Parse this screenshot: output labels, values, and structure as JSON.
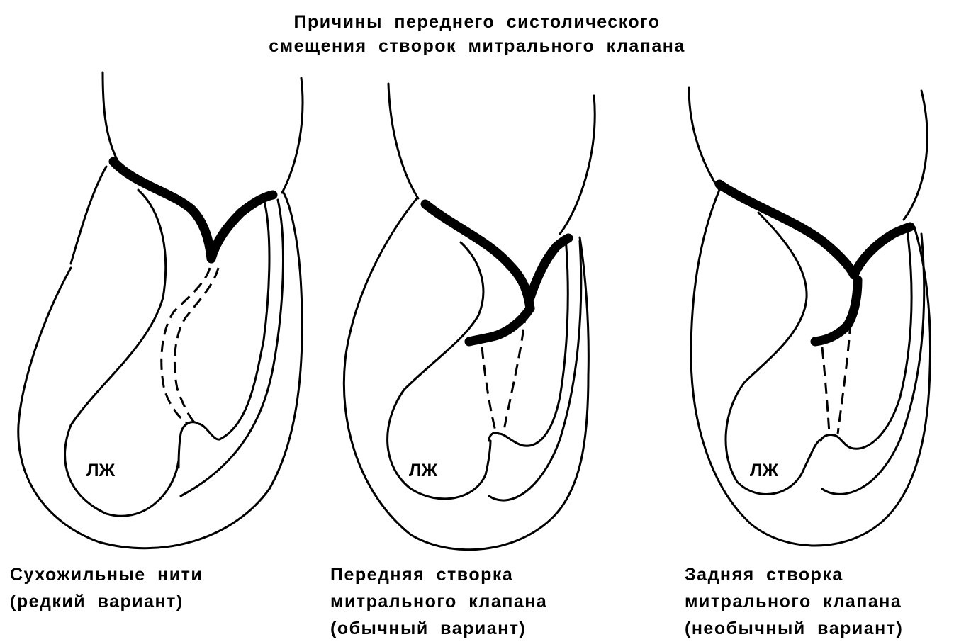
{
  "title": {
    "line1": "Причины переднего систолического",
    "line2": "смещения створок митрального клапана"
  },
  "panels": [
    {
      "label": "ЛЖ",
      "caption_line1": "Сухожильные нити",
      "caption_line2": "(редкий вариант)",
      "caption_line3": ""
    },
    {
      "label": "ЛЖ",
      "caption_line1": "Передняя створка",
      "caption_line2": "митрального клапана",
      "caption_line3": "(обычный вариант)"
    },
    {
      "label": "ЛЖ",
      "caption_line1": "Задняя створка",
      "caption_line2": "митрального клапана",
      "caption_line3": "(необычный вариант)"
    }
  ]
}
